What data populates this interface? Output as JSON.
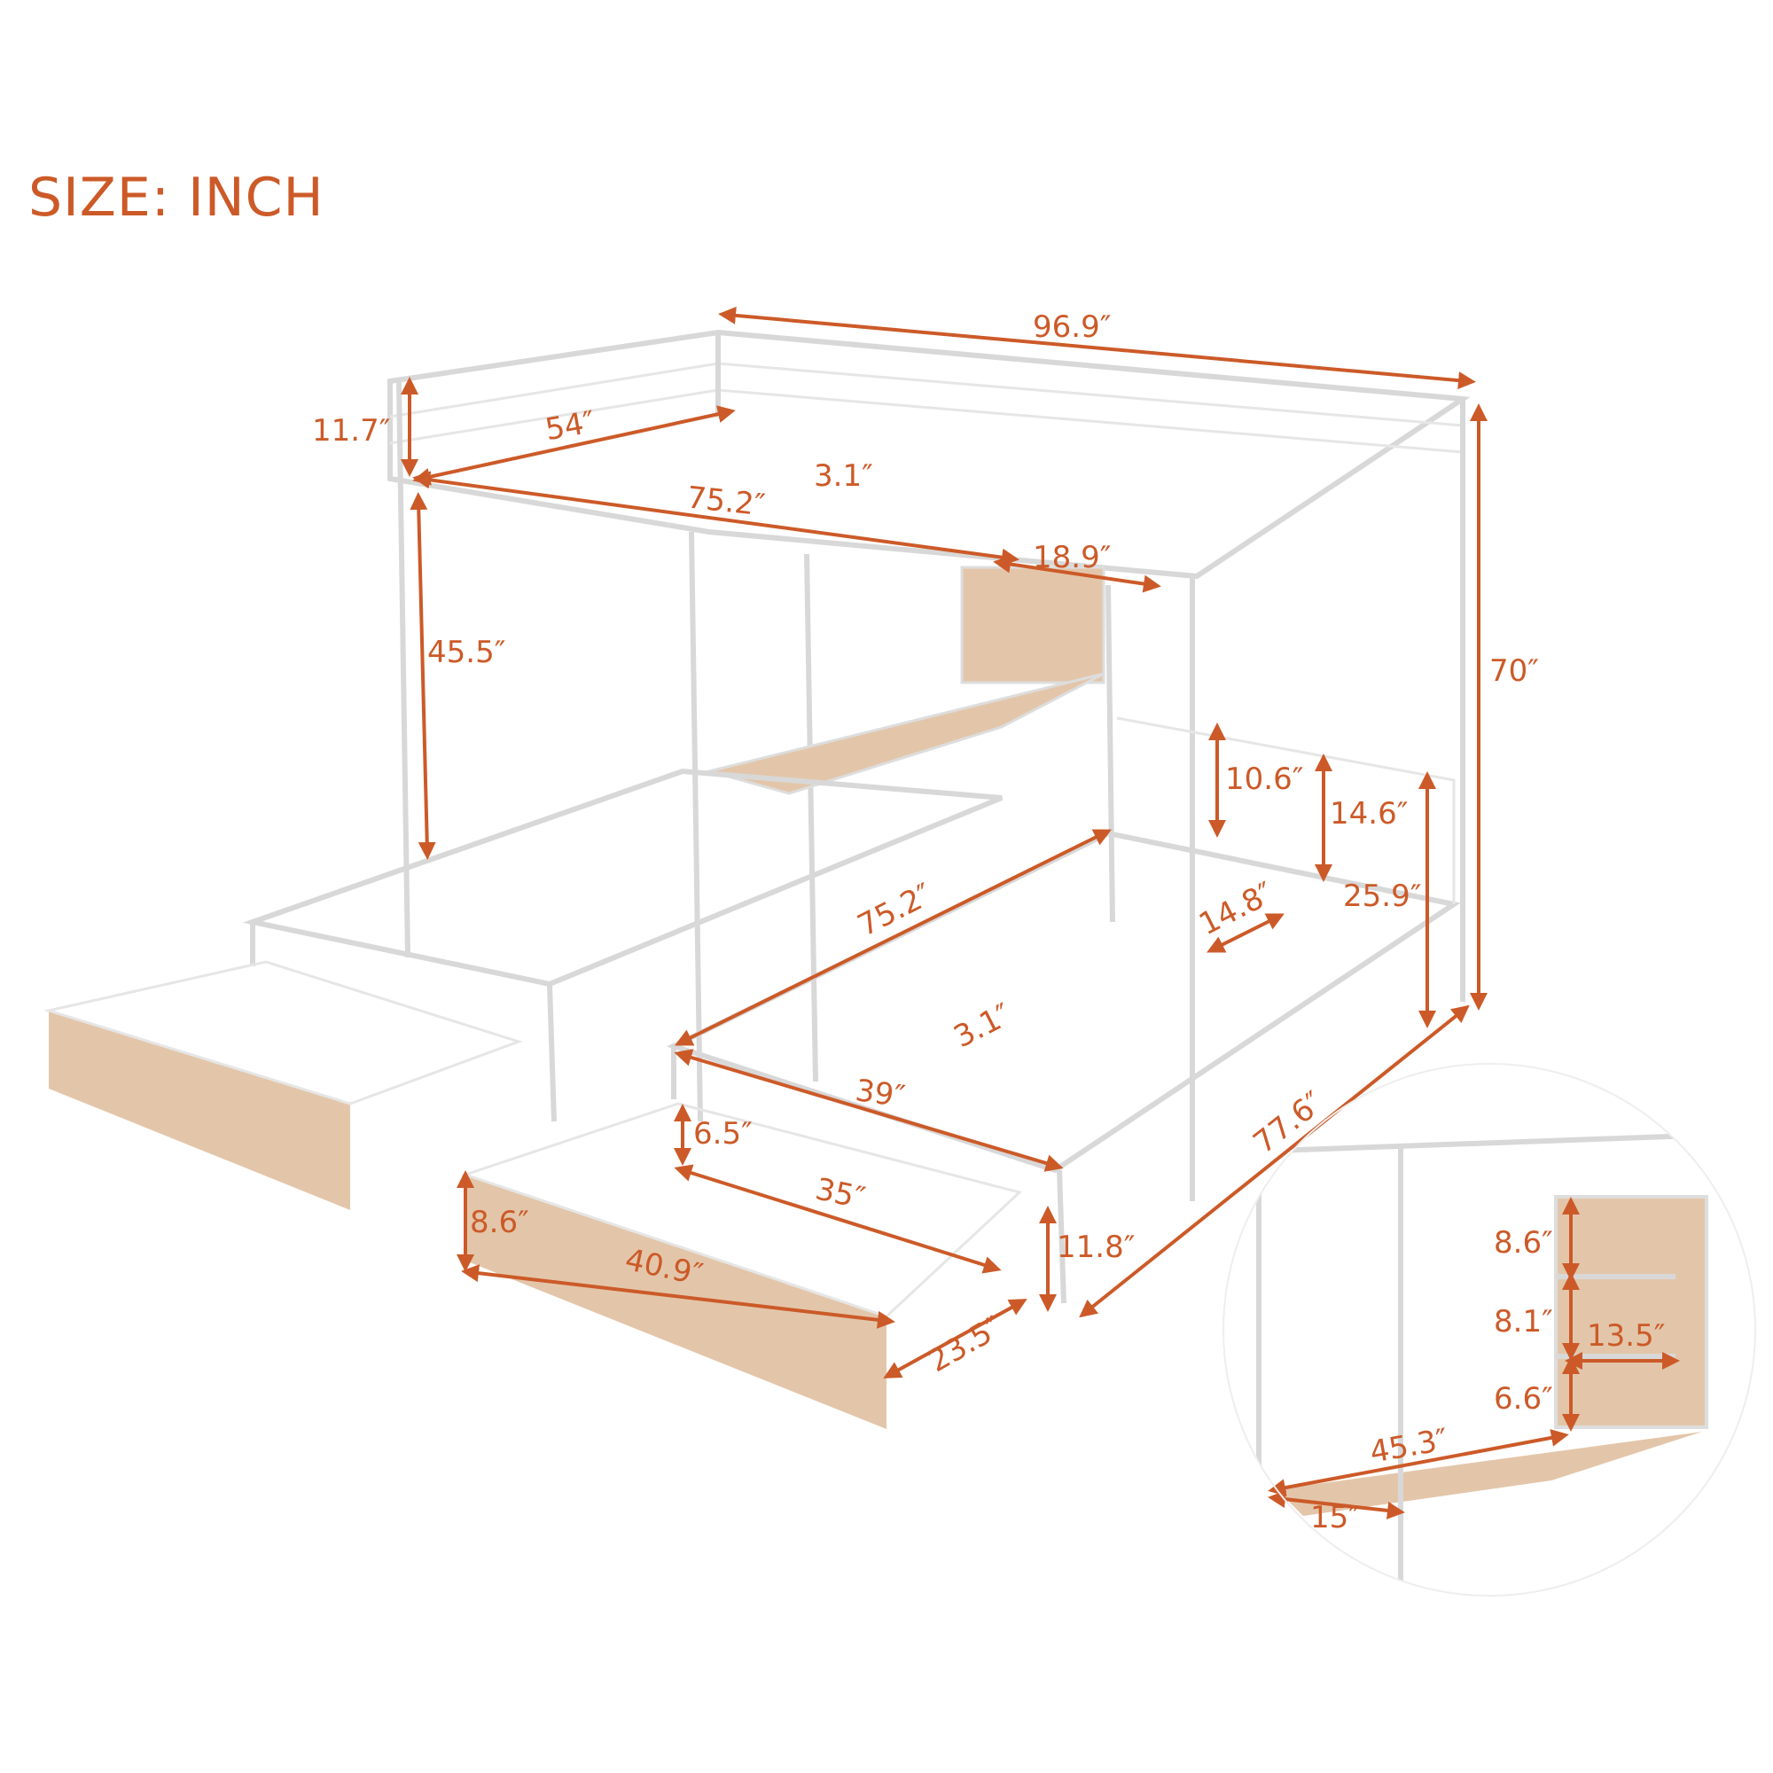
{
  "title": "SIZE: INCH",
  "colors": {
    "accent": "#cc5a28",
    "wood": "#e3c6aa",
    "frame": "#ffffff"
  },
  "dimensions": {
    "overall_length": "96.9″",
    "top_guardrail_height": "11.7″",
    "top_bed_width": "54″",
    "top_slat_gap": "3.1″",
    "top_bed_length": "75.2″",
    "shelf_width": "18.9″",
    "lower_clearance": "45.5″",
    "overall_height": "70″",
    "ladder_step": "10.6″",
    "lower_guardrail": "14.6″",
    "lower_rail_height": "25.9″",
    "lower_bed_length": "75.2″",
    "ladder_width": "14.8″",
    "lower_slat_gap": "3.1″",
    "lower_bed_width": "39″",
    "overall_depth": "77.6″",
    "drawer_inner_height": "6.5″",
    "drawer_inner_length": "35″",
    "drawer_front_height": "8.6″",
    "drawer_front_length": "40.9″",
    "floor_clearance": "11.8″",
    "drawer_depth": "23.5″"
  },
  "inset": {
    "shelf_top": "8.6″",
    "shelf_mid": "8.1″",
    "shelf_depth": "13.5″",
    "shelf_bottom": "6.6″",
    "desk_length": "45.3″",
    "desk_depth": "15″"
  }
}
